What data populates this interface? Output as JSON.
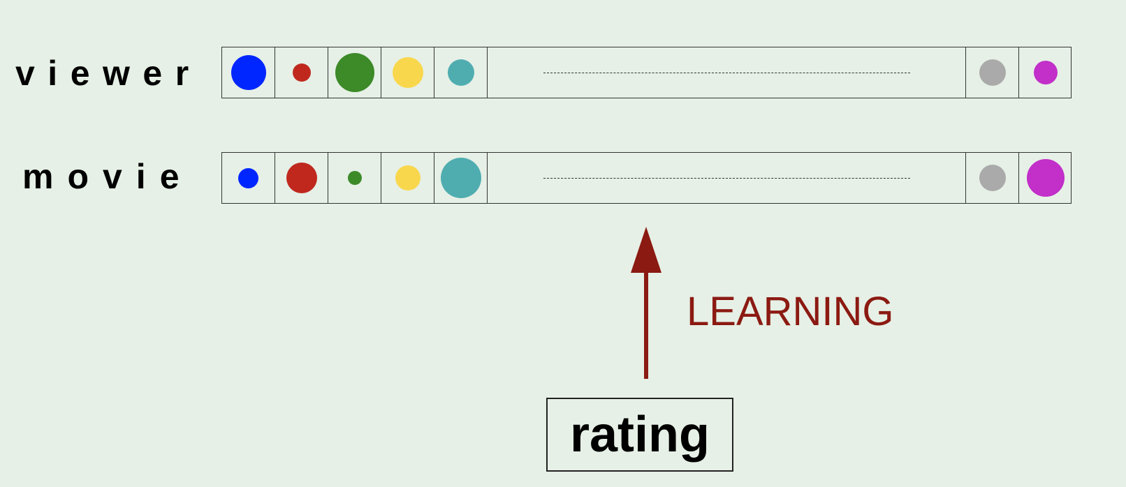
{
  "rows": [
    {
      "label": "viewer",
      "factors": [
        {
          "color": "#0026ff",
          "weight": 1.0
        },
        {
          "color": "#c0281e",
          "weight": 0.52
        },
        {
          "color": "#3c8a28",
          "weight": 1.12
        },
        {
          "color": "#f9d74c",
          "weight": 0.88
        },
        {
          "color": "#4fadb0",
          "weight": 0.76
        }
      ],
      "tail_factors": [
        {
          "color": "#aaaaaa",
          "weight": 0.76
        },
        {
          "color": "#c22fc9",
          "weight": 0.68
        }
      ]
    },
    {
      "label": "movie",
      "factors": [
        {
          "color": "#0026ff",
          "weight": 0.58
        },
        {
          "color": "#c0281e",
          "weight": 0.88
        },
        {
          "color": "#3c8a28",
          "weight": 0.4
        },
        {
          "color": "#f9d74c",
          "weight": 0.72
        },
        {
          "color": "#4fadb0",
          "weight": 1.16
        }
      ],
      "tail_factors": [
        {
          "color": "#aaaaaa",
          "weight": 0.76
        },
        {
          "color": "#c22fc9",
          "weight": 1.08
        }
      ]
    }
  ],
  "arrow_label": "LEARNING",
  "arrow_color": "#8b1a12",
  "source_label": "rating"
}
